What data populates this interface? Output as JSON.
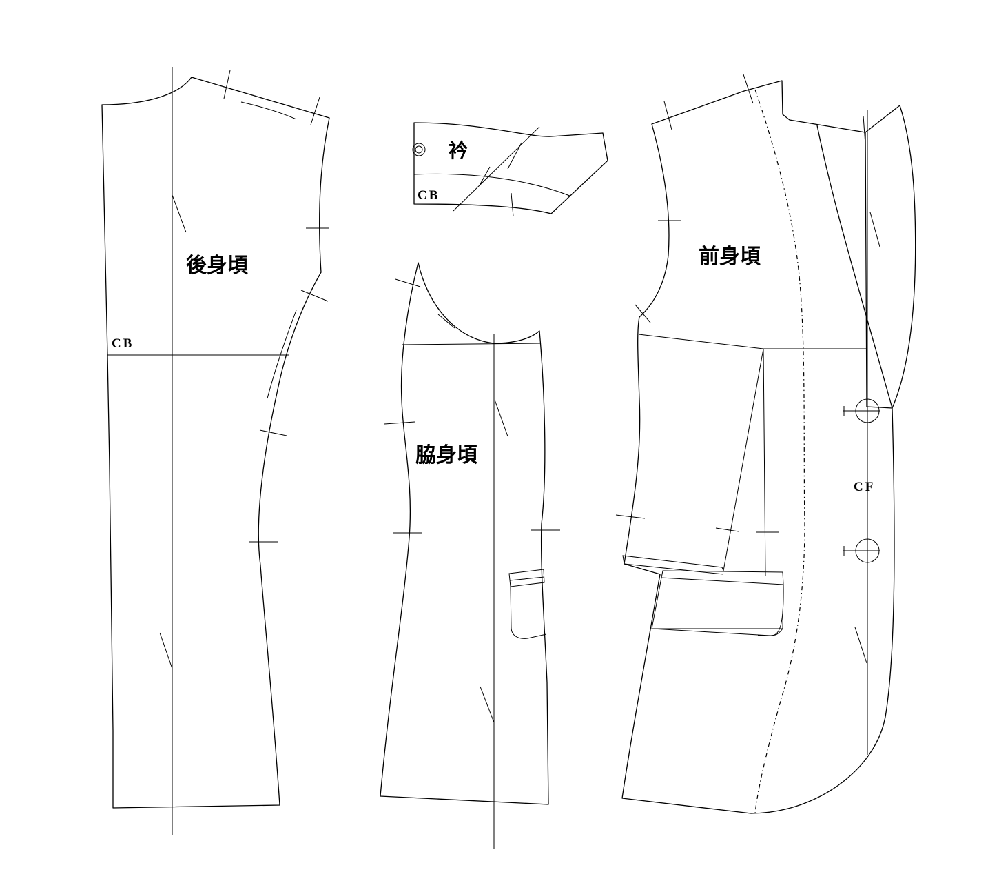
{
  "pieces": {
    "back": {
      "label": "後身頃",
      "marker": "CB"
    },
    "collar": {
      "label": "衿",
      "marker": "CB"
    },
    "side": {
      "label": "脇身頃"
    },
    "front": {
      "label": "前身頃",
      "marker": "CF"
    }
  }
}
